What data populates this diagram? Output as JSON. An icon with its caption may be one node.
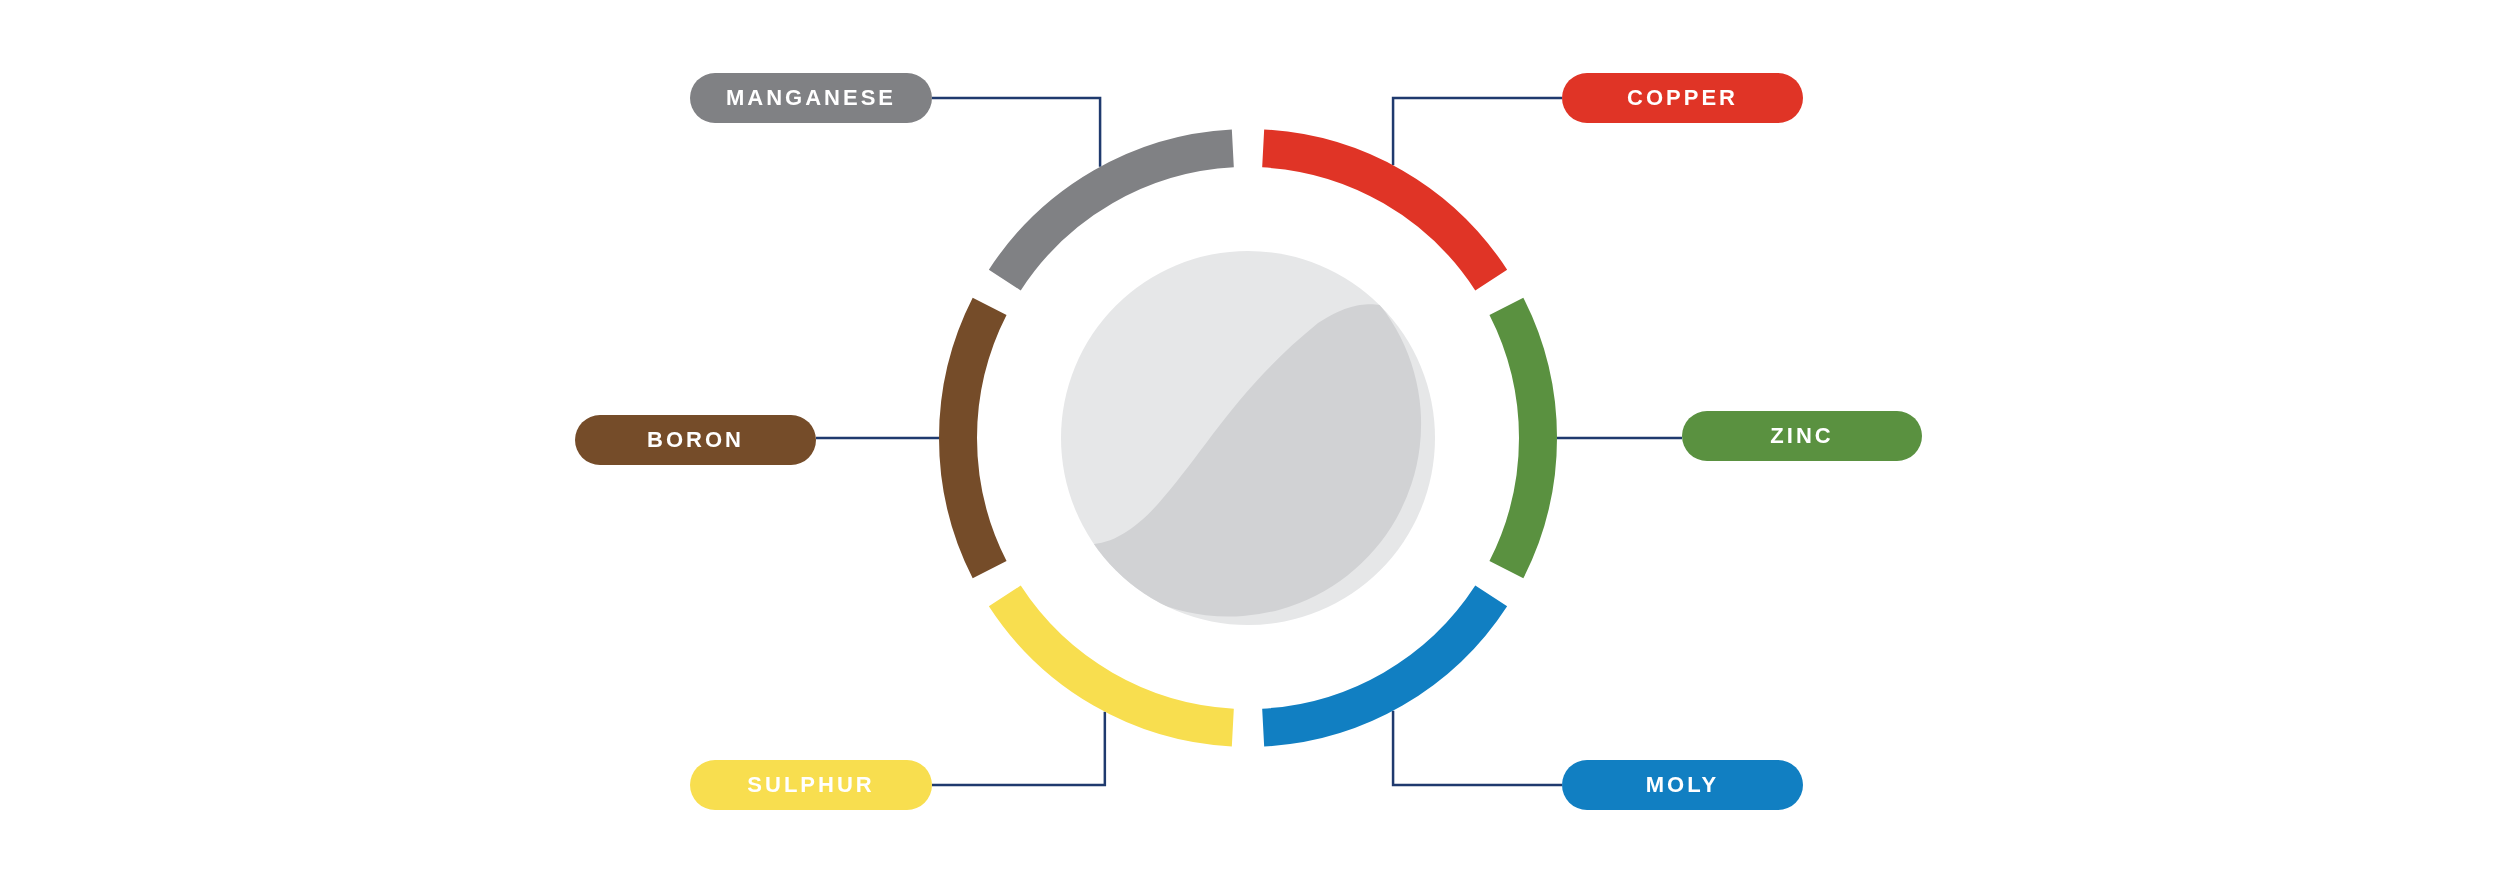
{
  "diagram": {
    "nodes": [
      {
        "text": [
          "MANGANESE"
        ]
      },
      {
        "text": [
          "COPPER"
        ]
      },
      {
        "text": [
          "BORON"
        ]
      },
      {
        "text": [
          "ZINC"
        ]
      },
      {
        "text": [
          "SULPHUR"
        ]
      },
      {
        "text": [
          "MOLY"
        ]
      },
      {
        "text": [],
        "shape": "arc"
      },
      {
        "text": [],
        "shape": "arc"
      },
      {
        "text": [],
        "shape": "arc"
      },
      {
        "text": [],
        "shape": "arc"
      },
      {
        "text": [],
        "shape": "arc"
      },
      {
        "text": [],
        "shape": "arc"
      }
    ],
    "edges": [
      {
        "from": 0,
        "to": 6,
        "arrow": "none"
      },
      {
        "from": 1,
        "to": 7,
        "arrow": "none"
      },
      {
        "from": 2,
        "to": 8,
        "arrow": "none"
      },
      {
        "from": 3,
        "to": 9,
        "arrow": "none"
      },
      {
        "from": 4,
        "to": 10,
        "arrow": "none"
      },
      {
        "from": 5,
        "to": 11,
        "arrow": "none"
      }
    ]
  }
}
